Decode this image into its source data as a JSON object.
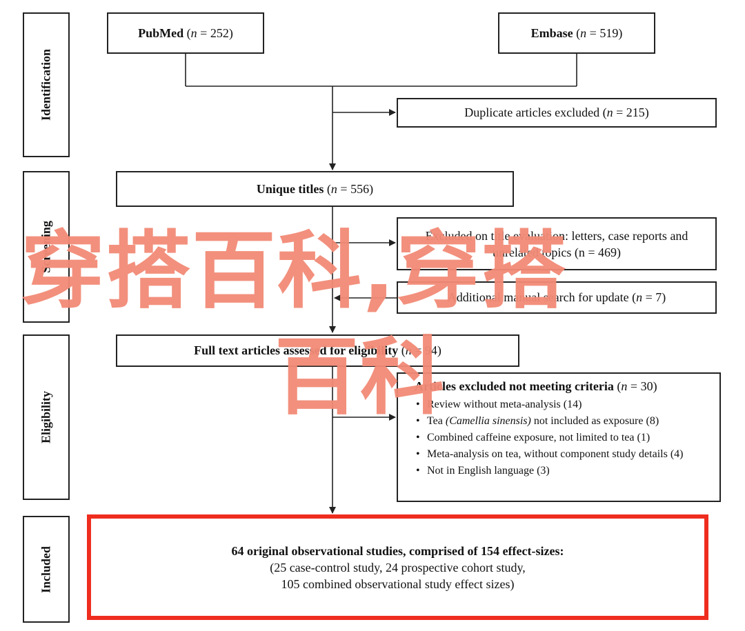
{
  "stages": {
    "identification": "Identification",
    "screening": "Screening",
    "eligibility": "Eligibility",
    "included": "Included"
  },
  "sources": {
    "pubmed": {
      "name": "PubMed",
      "n_label": "n",
      "count": "252"
    },
    "embase": {
      "name": "Embase",
      "n_label": "n",
      "count": "519"
    }
  },
  "duplicates": {
    "text": "Duplicate articles excluded (",
    "n_label": "n",
    "count": "215",
    "close": ")"
  },
  "unique": {
    "text": "Unique titles",
    "n_label": "n",
    "count": "556"
  },
  "excluded_title": {
    "line1": "Excluded on title evaluation: letters, case reports and",
    "line2": "unrelated topics (n = 469)"
  },
  "additional": {
    "text": "Additional manual search for update (",
    "n_label": "n",
    "count": "7",
    "close": ")"
  },
  "fulltext": {
    "text": "Full text articles assessed for eligibility",
    "n_label": "n",
    "count": "94"
  },
  "excluded_criteria": {
    "title": "Articles excluded not meeting criteria",
    "n_label": "n",
    "count": "30",
    "items": [
      {
        "pre": "Review without meta-analysis (14)",
        "italic": "",
        "post": ""
      },
      {
        "pre": "Tea ",
        "italic": "(Camellia sinensis)",
        "post": " not included as exposure (8)"
      },
      {
        "pre": "Combined caffeine exposure, not limited to tea (1)",
        "italic": "",
        "post": ""
      },
      {
        "pre": "Meta-analysis on tea, without component study details (4)",
        "italic": "",
        "post": ""
      },
      {
        "pre": "Not in English language (3)",
        "italic": "",
        "post": ""
      }
    ]
  },
  "final": {
    "line1": "64 original observational studies, comprised of 154 effect-sizes:",
    "line2": "(25 case-control study, 24 prospective cohort study,",
    "line3": "105 combined observational study effect sizes)"
  },
  "watermark": {
    "line1": "穿搭百科,穿搭",
    "line2": "百科"
  },
  "colors": {
    "highlight_border": "#ef2d1f",
    "watermark": "#f28b77"
  }
}
